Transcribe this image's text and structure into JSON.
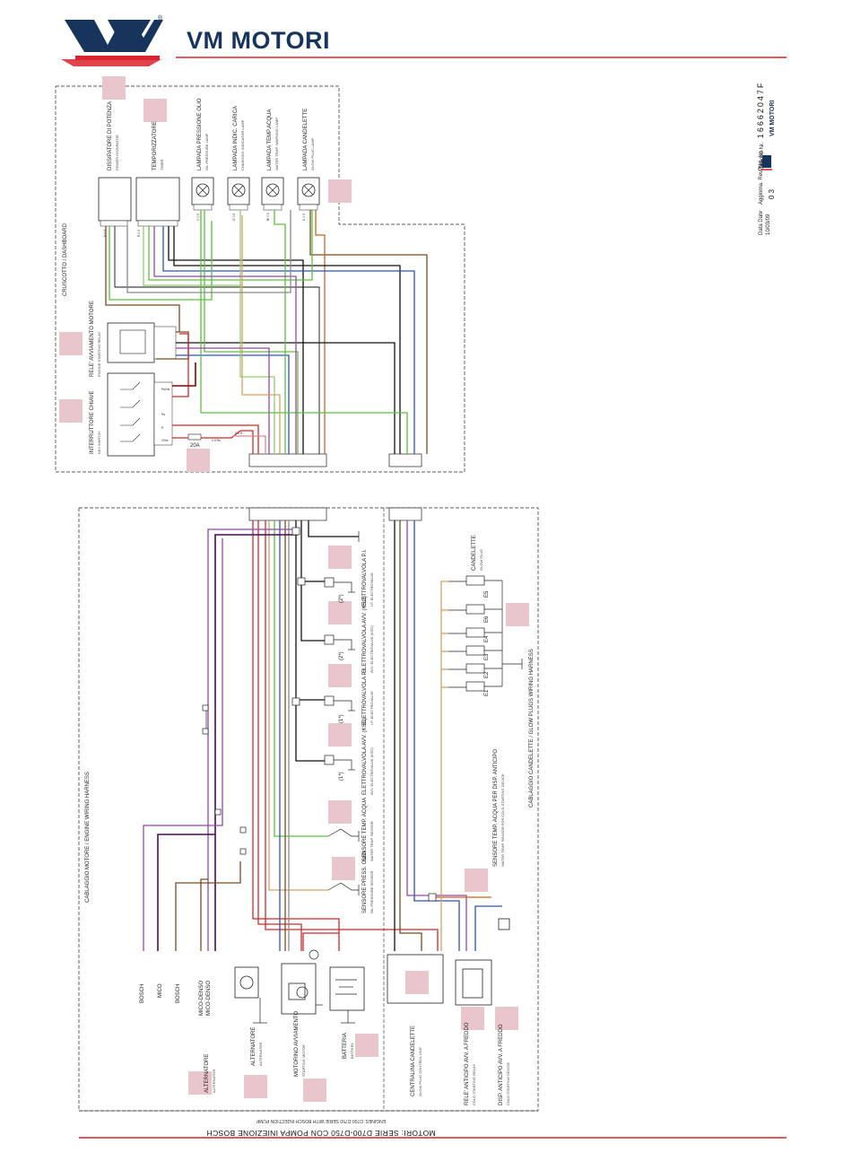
{
  "header": {
    "brand": "VM MOTORI",
    "brand_color": "#17345d",
    "accent_color": "#d9232d"
  },
  "title_block": {
    "drawing_label": "Disegno Nr.",
    "part_label": "Part. No.",
    "part_number": "16662047F",
    "company": "VM MOTORI",
    "date_label": "Data",
    "date_label_en": "Date",
    "date": "10/03/09",
    "rev_label": "Aggiorna.",
    "rev_label_en": "Rev. No.",
    "rev": "03"
  },
  "footer": {
    "title": "MOTORI: SERIE D700-D750 CON POMPA INIEZIONE BOSCH",
    "subtitle": "ENGINES: D700-D750 SERIE WITH BOSCH INJECTION PUMP"
  },
  "harness_labels": {
    "dashboard": "CRUSCOTTO / DASHBOARD",
    "engine": "CABLAGGIO MOTORE / ENGINE WIRING HARNESS",
    "glow_plugs": "CABLAGGIO CANDELETTE / GLOW PLUGS WIRING HARNESS"
  },
  "dashboard_components": [
    {
      "it": "DISSIPATORE DI POTENZA",
      "en": "POWER DISSIPATOR"
    },
    {
      "it": "TEMPORIZZATORE",
      "en": "TIMER"
    },
    {
      "it": "LAMPADA PRESSIONE OLIO",
      "en": "OIL PRESSURE LAMP"
    },
    {
      "it": "LAMPADA INDIC. CARICA",
      "en": "CHARGING INDICATOR LAMP"
    },
    {
      "it": "LAMPADA TEMP.ACQUA",
      "en": "WATER TEMP. WARNING LAMP"
    },
    {
      "it": "LAMPADA CANDELETTE",
      "en": "GLOW PLUG LAMP"
    }
  ],
  "relay": {
    "it": "RELE' AVVIAMENTO MOTORE",
    "en": "ENGINE STARTING RELAY"
  },
  "key_switch": {
    "it": "INTERRUTTORE CHIAVE",
    "en": "KEY SWITCH"
  },
  "fuse": "20A",
  "engine_components": [
    {
      "it": "ELETTROVALVOLA P.I.",
      "en": "I.P. ELECTROVALVE",
      "tag": "(2*)"
    },
    {
      "it": "ELETTROVALVOLA AVV. (KSC)",
      "en": "AVV. ELECTROVALVE (KSC)",
      "tag": "(2*)"
    },
    {
      "it": "ELETTROVALVOLA P.I.",
      "en": "I.P. ELECTROVALVE",
      "tag": "(1*)"
    },
    {
      "it": "ELETTROVALVOLA AVV. (KSC)",
      "en": "AVV. ELECTROVALVE (KSC)",
      "tag": "(1*)"
    },
    {
      "it": "SENSORE TEMP. ACQUA",
      "en": "WATER TEMP. SENSOR"
    },
    {
      "it": "SENSORE PRESS. OLIO",
      "en": "OIL PRESSURE SENSOR"
    }
  ],
  "bottom_components": [
    {
      "it": "ALTERNATORE",
      "en": "ALTERNATOR"
    },
    {
      "it": "ALTERNATORE",
      "en": "ALTERNATOR"
    },
    {
      "it": "MOTORINO AVVIAMENTO",
      "en": "STARTING MOTOR"
    },
    {
      "it": "BATTERIA",
      "en": "BATTERY"
    },
    {
      "it": "CENTRALINA CANDELETTE",
      "en": "GLOW PLUG CONTROL UNIT"
    },
    {
      "it": "RELE' ANTICIPO AVV. A FREDDO",
      "en": "COLD STARTING RELAY"
    },
    {
      "it": "DISP. ANTICIPO AVV. A FREDDO",
      "en": "COLD STARTING DEVICE"
    }
  ],
  "cold_sensor": {
    "it": "SENSORE TEMP. ACQUA PER DISP. ANTICIPO",
    "en": "WATER TEMP. SENSOR FOR COLD STARTING DEVICE"
  },
  "glow_plugs": {
    "it": "CANDELETTE",
    "en": "GLOW PLUG",
    "plugs": [
      "E1",
      "E2",
      "E3",
      "E4",
      "E5",
      "E6"
    ]
  },
  "alternator_types": [
    "BOSCH",
    "MICO",
    "BOSCH",
    "MICO-DENSO",
    "MICO-DENSO"
  ],
  "wire_colors": {
    "black": "#111111",
    "red": "#d4262a",
    "brown": "#7a4a1e",
    "orange": "#c8641e",
    "green": "#5ac13a",
    "lightgreen": "#8fd06a",
    "blue": "#2a52c8",
    "purple": "#9446b0",
    "pink": "#e28a8a",
    "gray": "#8a8a8a",
    "yellow": "#d8c040",
    "tan": "#d8a060"
  }
}
